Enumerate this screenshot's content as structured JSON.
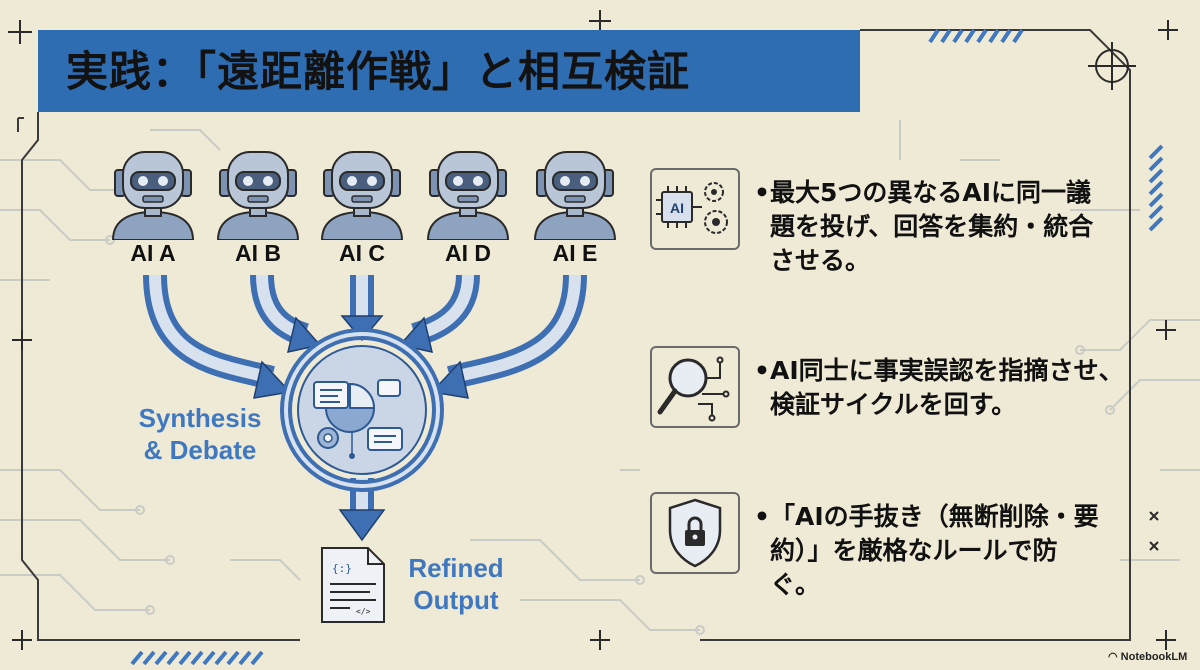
{
  "title": "実践：「遠距離作戦」と相互検証",
  "robots": [
    {
      "label": "AI A"
    },
    {
      "label": "AI B"
    },
    {
      "label": "AI C"
    },
    {
      "label": "AI D"
    },
    {
      "label": "AI E"
    }
  ],
  "hub_label_line1": "Synthesis",
  "hub_label_line2": "& Debate",
  "output_label_line1": "Refined",
  "output_label_line2": "Output",
  "chip_icon_text": "AI",
  "bullets": [
    {
      "icon": "ai-chip-gears-icon",
      "line1": "最大5つの異なるAIに同一議",
      "line2": "題を投げ、回答を集約・統合",
      "line3": "させる。"
    },
    {
      "icon": "magnifier-circuit-icon",
      "line1": "AI同士に事実誤認を指摘させ、",
      "line2": "検証サイクルを回す。",
      "line3": ""
    },
    {
      "icon": "shield-lock-icon",
      "line1": "「AIの手抜き（無断削除・要",
      "line2": "約）」を厳格なルールで防",
      "line3": "ぐ。"
    }
  ],
  "bullet_symbol": "•",
  "brand": "NotebookLM",
  "colors": {
    "accent_blue": "#2f6db3",
    "text_blue": "#3f78c0",
    "background": "#efead6",
    "ink": "#111111"
  }
}
